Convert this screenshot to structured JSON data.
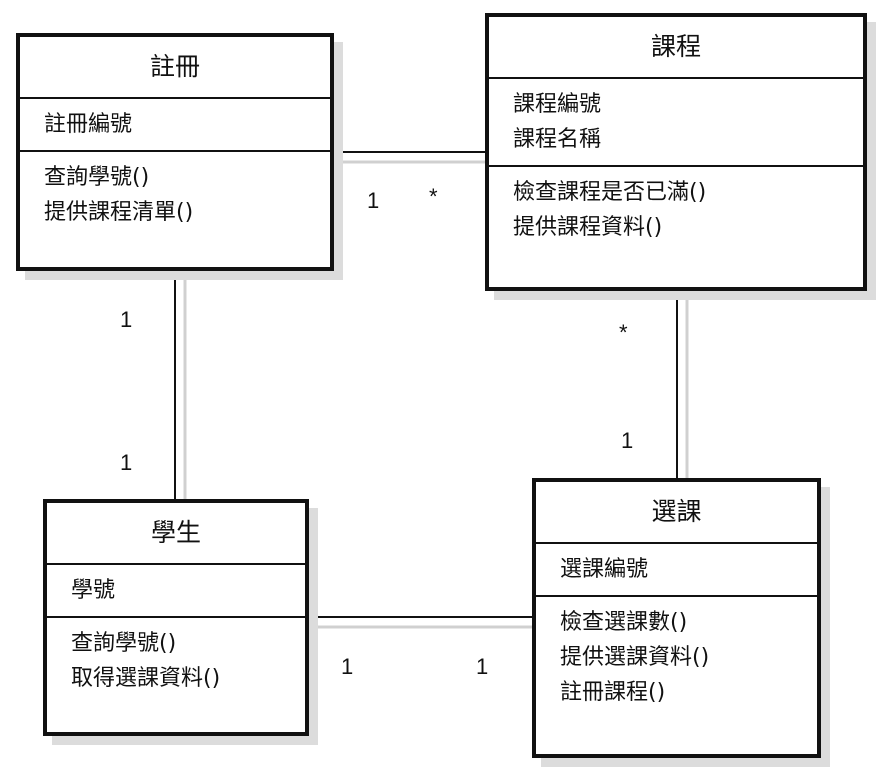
{
  "classes": {
    "registration": {
      "name": "註冊",
      "attributes": [
        "註冊編號"
      ],
      "operations": [
        "查詢學號()",
        "提供課程清單()"
      ]
    },
    "course": {
      "name": "課程",
      "attributes": [
        "課程編號",
        "課程名稱"
      ],
      "operations": [
        "檢查課程是否已滿()",
        "提供課程資料()"
      ]
    },
    "student": {
      "name": "學生",
      "attributes": [
        "學號"
      ],
      "operations": [
        "查詢學號()",
        "取得選課資料()"
      ]
    },
    "enrollment": {
      "name": "選課",
      "attributes": [
        "選課編號"
      ],
      "operations": [
        "檢查選課數()",
        "提供選課資料()",
        "註冊課程()"
      ]
    }
  },
  "associations": {
    "registration_course": {
      "source_multiplicity": "1",
      "target_multiplicity": "*"
    },
    "registration_student": {
      "source_multiplicity": "1",
      "target_multiplicity": "1"
    },
    "course_enrollment": {
      "source_multiplicity": "*",
      "target_multiplicity": "1"
    },
    "student_enrollment": {
      "source_multiplicity": "1",
      "target_multiplicity": "1"
    }
  }
}
